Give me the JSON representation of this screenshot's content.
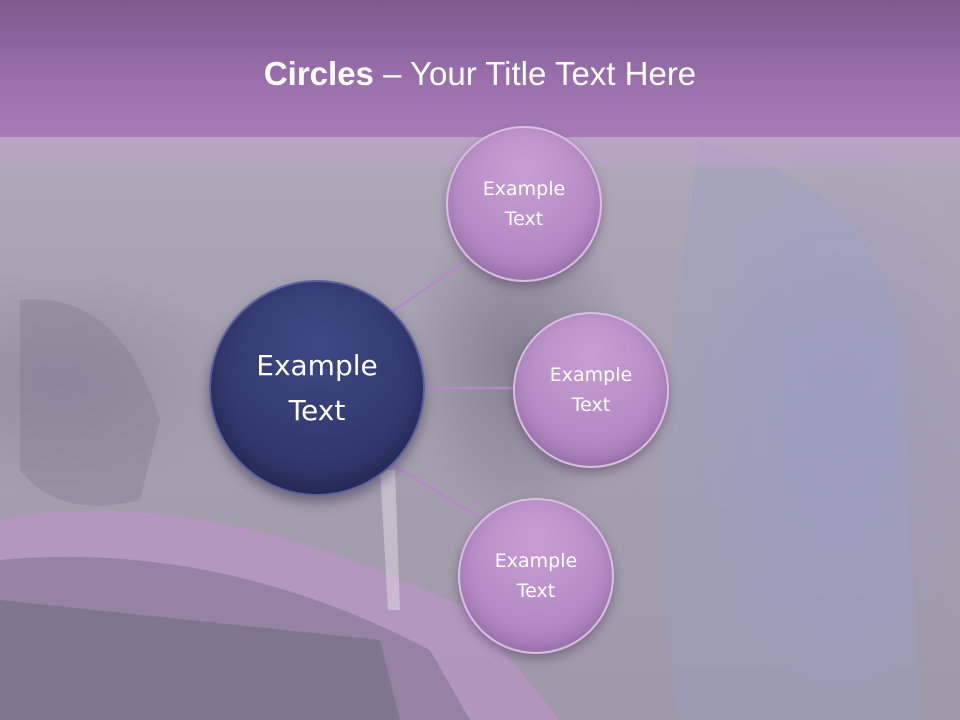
{
  "slide": {
    "title_bold": "Circles",
    "title_rest": " – Your Title Text Here"
  },
  "diagram": {
    "center": {
      "label": "Example\nText"
    },
    "nodes": [
      {
        "label": "Example\nText"
      },
      {
        "label": "Example\nText"
      },
      {
        "label": "Example\nText"
      }
    ]
  },
  "colors": {
    "header": "#9a70ad",
    "center_circle": "#323a70",
    "node_circle": "#b58cc5",
    "connector": "#b48ac6"
  }
}
